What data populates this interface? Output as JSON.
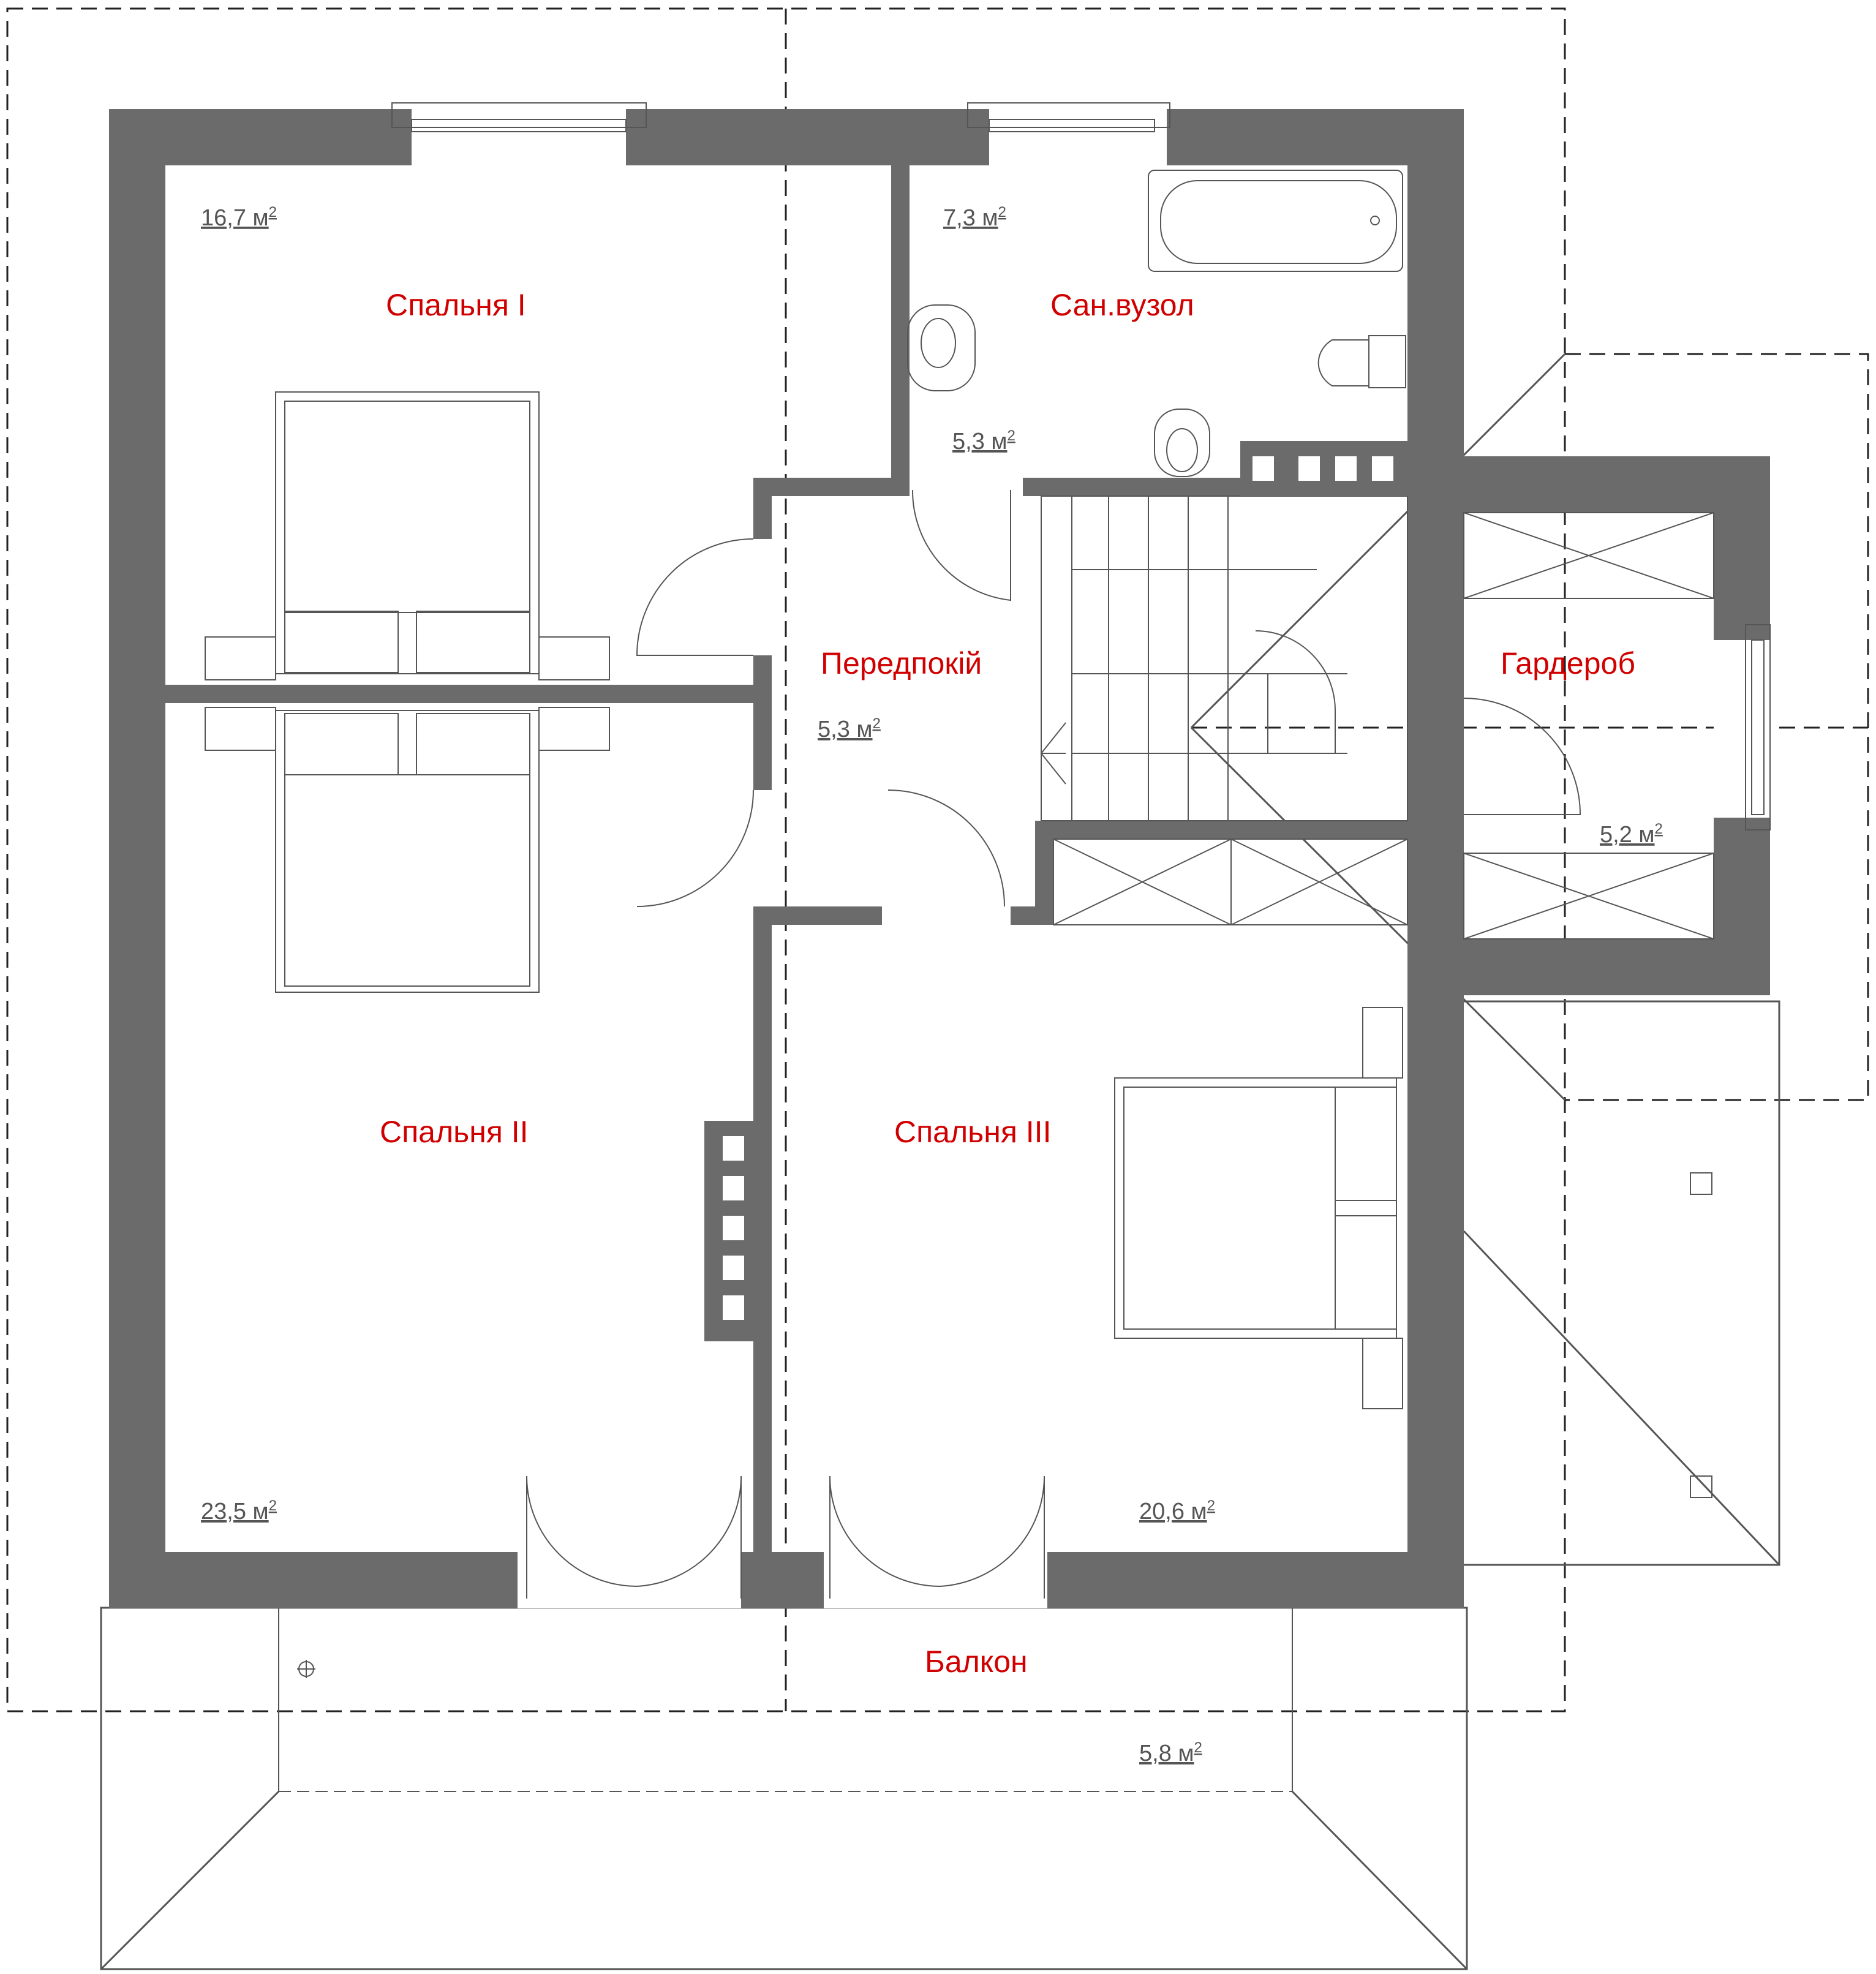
{
  "rooms": [
    {
      "id": "bedroom-1",
      "name": "Спальня I",
      "area": "16,7 м",
      "area_unit_sup": "2"
    },
    {
      "id": "bathroom",
      "name": "Сан.вузол",
      "area": "7,3 м",
      "area_unit_sup": "2"
    },
    {
      "id": "hallway",
      "name": "Передпокій",
      "area": "5,3 м",
      "area_unit_sup": "2"
    },
    {
      "id": "wardrobe",
      "name": "Гардероб",
      "area": "5,2 м",
      "area_unit_sup": "2"
    },
    {
      "id": "bedroom-2",
      "name": "Спальня II",
      "area": "23,5 м",
      "area_unit_sup": "2"
    },
    {
      "id": "bedroom-3",
      "name": "Спальня III",
      "area": "20,6 м",
      "area_unit_sup": "2"
    },
    {
      "id": "balcony",
      "name": "Балкон",
      "area": "5,8 м",
      "area_unit_sup": "2"
    }
  ],
  "extra_areas": [
    {
      "id": "bath-entry",
      "area": "5,3 м",
      "area_unit_sup": "2"
    }
  ],
  "colors": {
    "wall": "#6b6b6b",
    "room_label": "#d10000",
    "area_label": "#555555",
    "line": "#555555"
  }
}
